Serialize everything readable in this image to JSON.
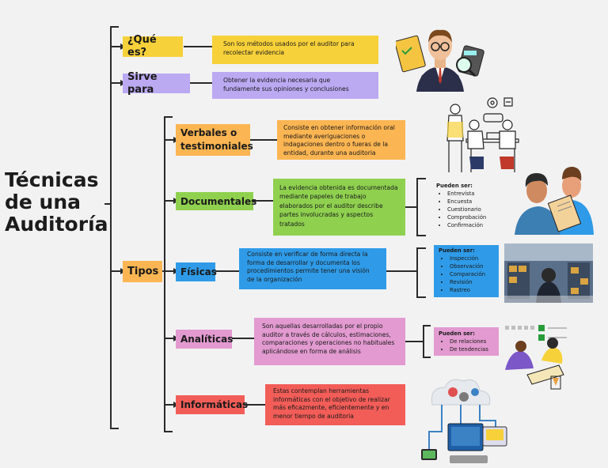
{
  "title": {
    "line1": "Técnicas",
    "line2": "de una",
    "line3": "Auditoría"
  },
  "colors": {
    "yellow": "#f7d13a",
    "lavender": "#bba9f2",
    "orange": "#fbb552",
    "green": "#8fd14f",
    "blue": "#2f9be8",
    "pink": "#e29ad0",
    "red": "#f25d58",
    "line": "#2a2a2a",
    "background": "#f2f2f2"
  },
  "que_es": {
    "label": "¿Qué es?",
    "desc": "Son los métodos usados por el auditor para recolectar evidencia"
  },
  "sirve_para": {
    "label": "Sirve para",
    "desc": "Obtener la evidencia necesaria que fundamente sus opiniones y conclusiones"
  },
  "tipos": {
    "label": "Tipos"
  },
  "verbales": {
    "label": "Verbales o testimoniales",
    "desc": "Consiste en obtener información oral mediante averiguaciones o indagaciones dentro o fueras de la entidad, durante una auditoria"
  },
  "documentales": {
    "label": "Documentales",
    "desc": "La evidencia obtenida es documentada mediante papeles de trabajo elaborados por el auditor describe partes involucradas y aspectos tratados",
    "pueden_ser": "Pueden ser:",
    "items": [
      "Entrevista",
      "Encuesta",
      "Cuestionario",
      "Comprobación",
      "Confirmación"
    ]
  },
  "fisicas": {
    "label": "Físicas",
    "desc": "Consiste en verificar de forma directa la forma de desarrollar y documenta los procedimientos permite tener una visión de la organización",
    "pueden_ser": "Pueden ser:",
    "items": [
      "Inspección",
      "Observación",
      "Comparación",
      "Revisión",
      "Rastreo"
    ]
  },
  "analiticas": {
    "label": "Analíticas",
    "desc": "Son aquellas desarrolladas por el propio auditor a través de cálculos, estimaciones, comparaciones y operaciones no habituales aplicándose en forma de análisis",
    "pueden_ser": "Pueden ser:",
    "items": [
      "De relaciones",
      "De tendencias"
    ]
  },
  "informaticas": {
    "label": "Informáticas",
    "desc": "Estas contemplan herramientas informáticas con el objetivo de realizar más eficazmente, eficientemente y en menor tiempo de auditoria"
  },
  "illustrations": [
    "auditor-with-tools-illustration",
    "interview-meeting-illustration",
    "document-review-illustration",
    "warehouse-inspection-illustration",
    "data-analysis-illustration",
    "cloud-computing-network-illustration"
  ]
}
